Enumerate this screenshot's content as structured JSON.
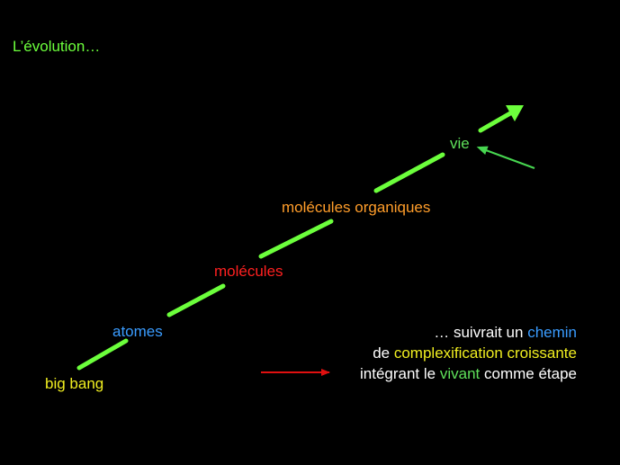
{
  "colors": {
    "background": "#000000",
    "main_arrow": "#6cff3c",
    "side_arrow": "#47d650",
    "red_arrow": "#e01010",
    "title": "#6cff3c",
    "big_bang": "#f0ee20",
    "atomes": "#3a9cff",
    "molecules": "#ff2020",
    "molecules_organiques": "#ff9d2a",
    "vie": "#5fe05a",
    "caption_text": "#ffffff",
    "chemin": "#3a9cff",
    "complexification": "#f0ee20",
    "vivant": "#5fe05a"
  },
  "slide": {
    "title": "L’évolution…"
  },
  "stages": {
    "big_bang": "big bang",
    "atomes": "atomes",
    "molecules": "molécules",
    "molecules_organiques": "molécules organiques",
    "vie": "vie"
  },
  "caption": {
    "line1_prefix": "… suivrait un ",
    "line1_highlight": "chemin",
    "line2_prefix": "de ",
    "line2_highlight": "complexification croissante",
    "line3_prefix": "intégrant le ",
    "line3_highlight": "vivant",
    "line3_suffix": " comme étape"
  },
  "icons": {
    "main_arrow": "diagonal-arrow-up-right",
    "side_arrow": "arrow-pointing-left",
    "red_arrow": "arrow-pointing-right"
  }
}
